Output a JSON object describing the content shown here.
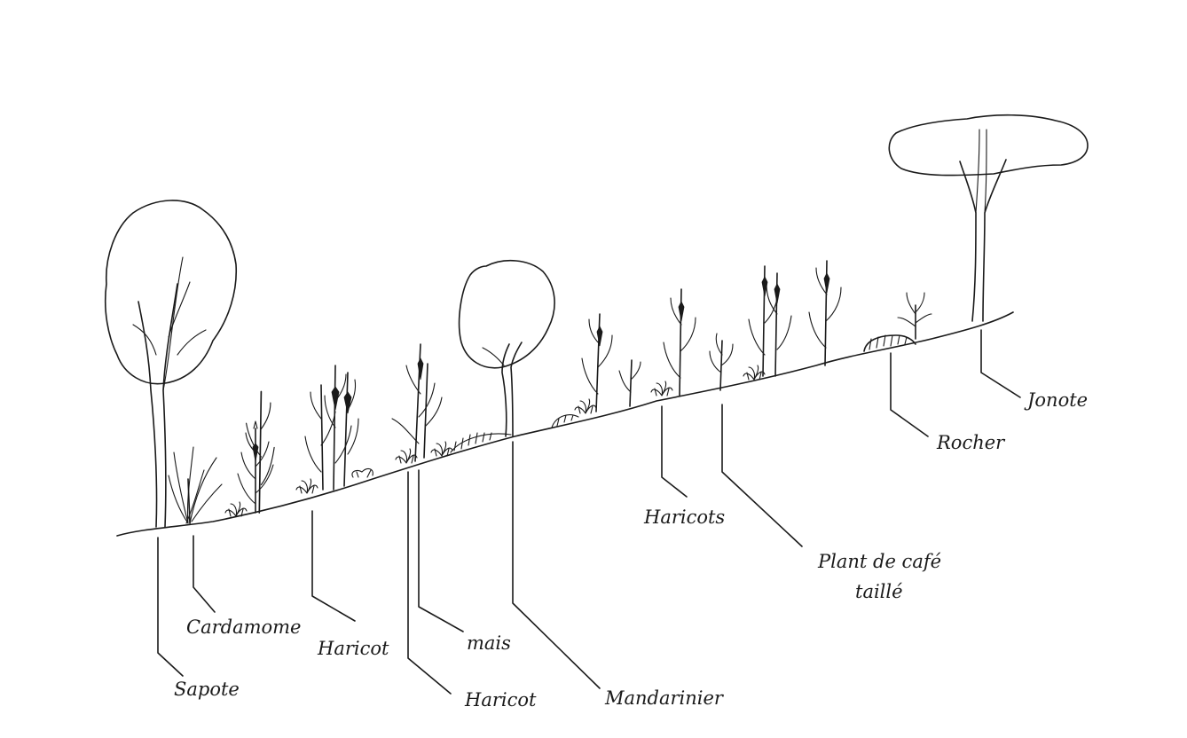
{
  "labels": {
    "sapote": "Sapote",
    "cardamome": "Cardamome",
    "haricot_1": "Haricot",
    "mais": "mais",
    "haricot_2": "Haricot",
    "mandarinier": "Mandarinier",
    "haricots": "Haricots",
    "cafe_line1": "Plant de café",
    "cafe_line2": "taillé",
    "rocher": "Rocher",
    "jonote": "Jonote"
  },
  "colors": {
    "ink": "#1a1a1a",
    "background": "#ffffff"
  }
}
